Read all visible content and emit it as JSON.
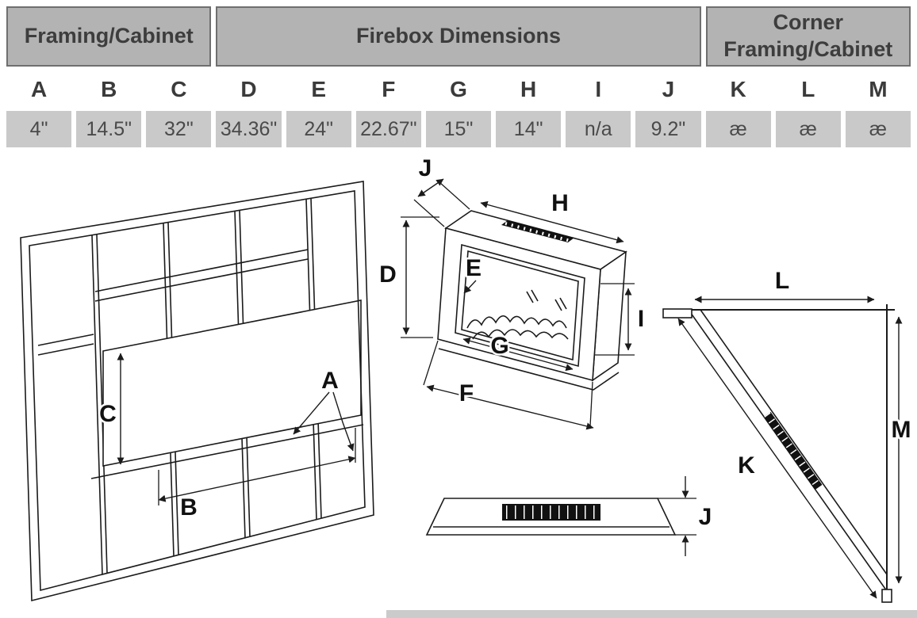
{
  "table": {
    "groups": [
      {
        "label": "Framing/Cabinet"
      },
      {
        "label": "Firebox Dimensions"
      },
      {
        "label": "Corner Framing/Cabinet"
      }
    ],
    "columns": [
      "A",
      "B",
      "C",
      "D",
      "E",
      "F",
      "G",
      "H",
      "I",
      "J",
      "K",
      "L",
      "M"
    ],
    "values": [
      "4\"",
      "14.5\"",
      "32\"",
      "34.36\"",
      "24\"",
      "22.67\"",
      "15\"",
      "14\"",
      "n/a",
      "9.2\"",
      "æ",
      "æ",
      "æ"
    ]
  },
  "labels": {
    "A": "A",
    "B": "B",
    "C": "C",
    "D": "D",
    "E": "E",
    "F": "F",
    "G": "G",
    "H": "H",
    "I": "I",
    "J": "J",
    "K": "K",
    "L": "L",
    "M": "M"
  },
  "colors": {
    "header_bg": "#b3b3b3",
    "value_bg": "#c9c9c9",
    "header_text": "#3d3d3d",
    "line": "#1b1b1b"
  }
}
